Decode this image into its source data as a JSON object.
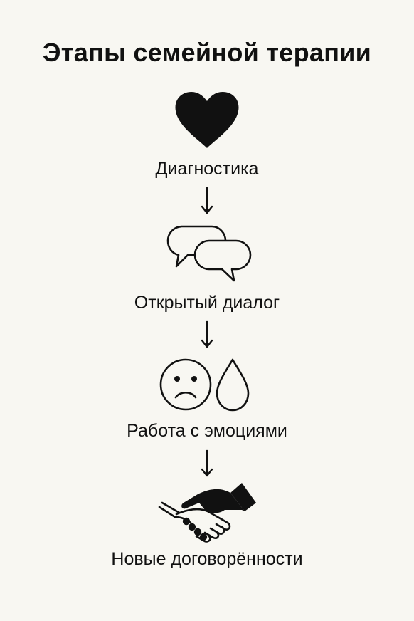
{
  "diagram": {
    "title": "Этапы семейной терапии",
    "steps": [
      {
        "label": "Диагностика",
        "icon": "heart-icon"
      },
      {
        "label": "Открытый диалог",
        "icon": "speech-bubbles-icon"
      },
      {
        "label": "Работа с эмоциями",
        "icon": "sad-face-and-teardrop-icon"
      },
      {
        "label": "Новые договорённости",
        "icon": "handshake-icon"
      }
    ],
    "connector": "down-arrow-icon",
    "colors": {
      "background": "#f8f7f2",
      "ink": "#111111"
    }
  }
}
